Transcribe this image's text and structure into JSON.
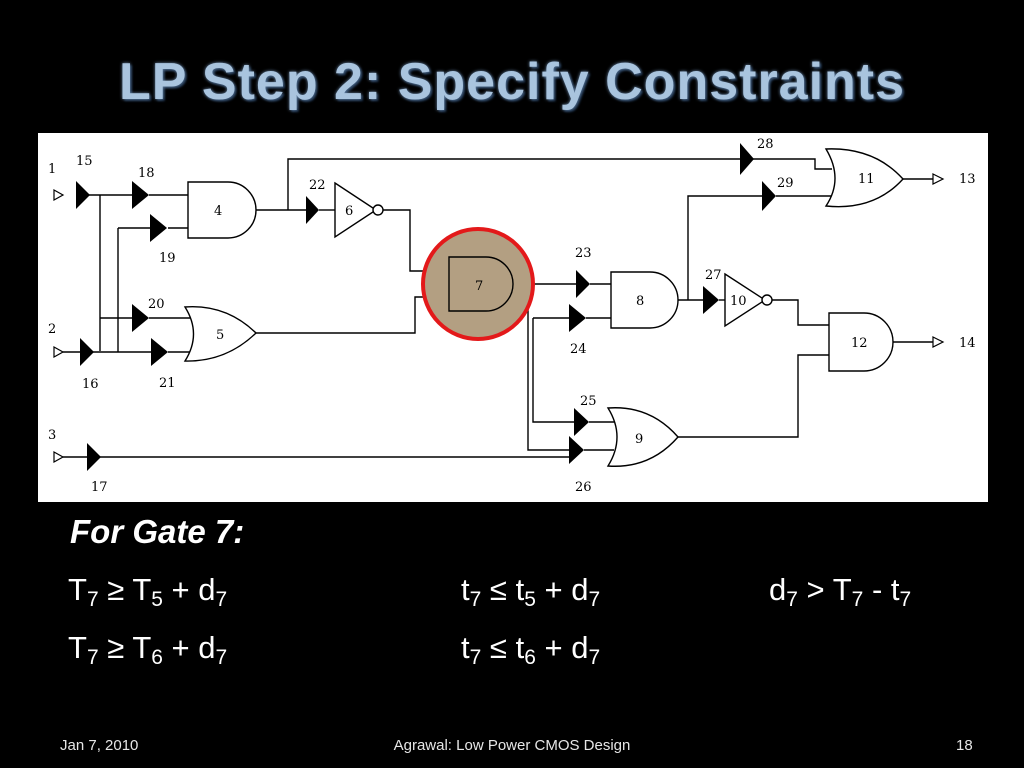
{
  "title": "LP Step 2: Specify Constraints",
  "circuit": {
    "inputs": [
      "1",
      "2",
      "3"
    ],
    "outputs": [
      "13",
      "14"
    ],
    "gates": [
      "4",
      "5",
      "6",
      "7",
      "8",
      "9",
      "10",
      "11",
      "12"
    ],
    "buffers": [
      "15",
      "16",
      "17",
      "18",
      "19",
      "20",
      "21",
      "22",
      "23",
      "24",
      "25",
      "26",
      "27",
      "28",
      "29"
    ],
    "highlighted_gate": "7",
    "colors": {
      "highlight_ring": "#e3191a",
      "highlight_fill": "#b39f82"
    }
  },
  "subtitle": "For Gate 7:",
  "constraints": {
    "c1": {
      "a": "T",
      "as": "7",
      "op": " ≥ ",
      "b": "T",
      "bs": "5",
      "op2": " + ",
      "c": "d",
      "cs": "7"
    },
    "c2": {
      "a": "t",
      "as": "7",
      "op": " ≤ ",
      "b": "t",
      "bs": "5",
      "op2": " + ",
      "c": "d",
      "cs": "7"
    },
    "c3": {
      "a": "d",
      "as": "7",
      "op": " > ",
      "b": "T",
      "bs": "7",
      "op2": " - ",
      "c": "t",
      "cs": "7"
    },
    "c4": {
      "a": "T",
      "as": "7",
      "op": " ≥ ",
      "b": "T",
      "bs": "6",
      "op2": " + ",
      "c": "d",
      "cs": "7"
    },
    "c5": {
      "a": "t",
      "as": "7",
      "op": " ≤ ",
      "b": "t",
      "bs": "6",
      "op2": " + ",
      "c": "d",
      "cs": "7"
    }
  },
  "footer": {
    "date": "Jan 7, 2010",
    "center": "Agrawal: Low Power CMOS Design",
    "page": "18"
  }
}
